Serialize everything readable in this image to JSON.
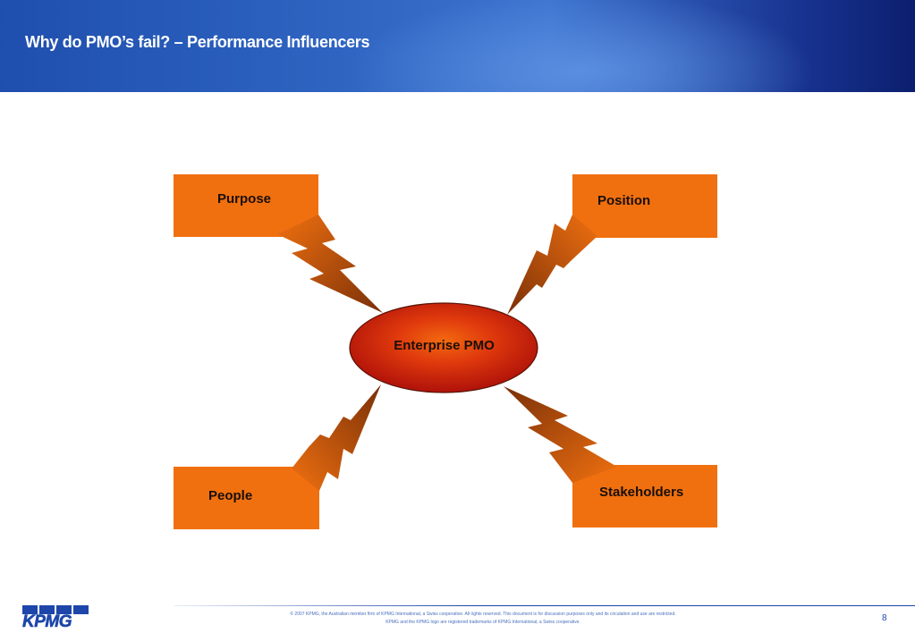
{
  "header": {
    "title": "Why do PMO’s fail? – Performance Influencers"
  },
  "diagram": {
    "center": "Enterprise PMO",
    "influencers": {
      "purpose": "Purpose",
      "position": "Position",
      "people": "People",
      "stakeholders": "Stakeholders"
    }
  },
  "footer": {
    "copyright_line1": "© 2007 KPMG, the Australian member firm of KPMG International, a Swiss cooperative. All rights reserved. This document is for discussion purposes only and its circulation and use are restricted.",
    "copyright_line2": "KPMG and the KPMG logo are registered trademarks of KPMG International, a Swiss cooperative.",
    "page_number": "8",
    "logo_text": "KPMG"
  },
  "colors": {
    "header_blue": "#2e63c0",
    "box_orange": "#f07010",
    "ellipse_red": "#c41a0a",
    "brand_blue": "#1e46aa"
  }
}
